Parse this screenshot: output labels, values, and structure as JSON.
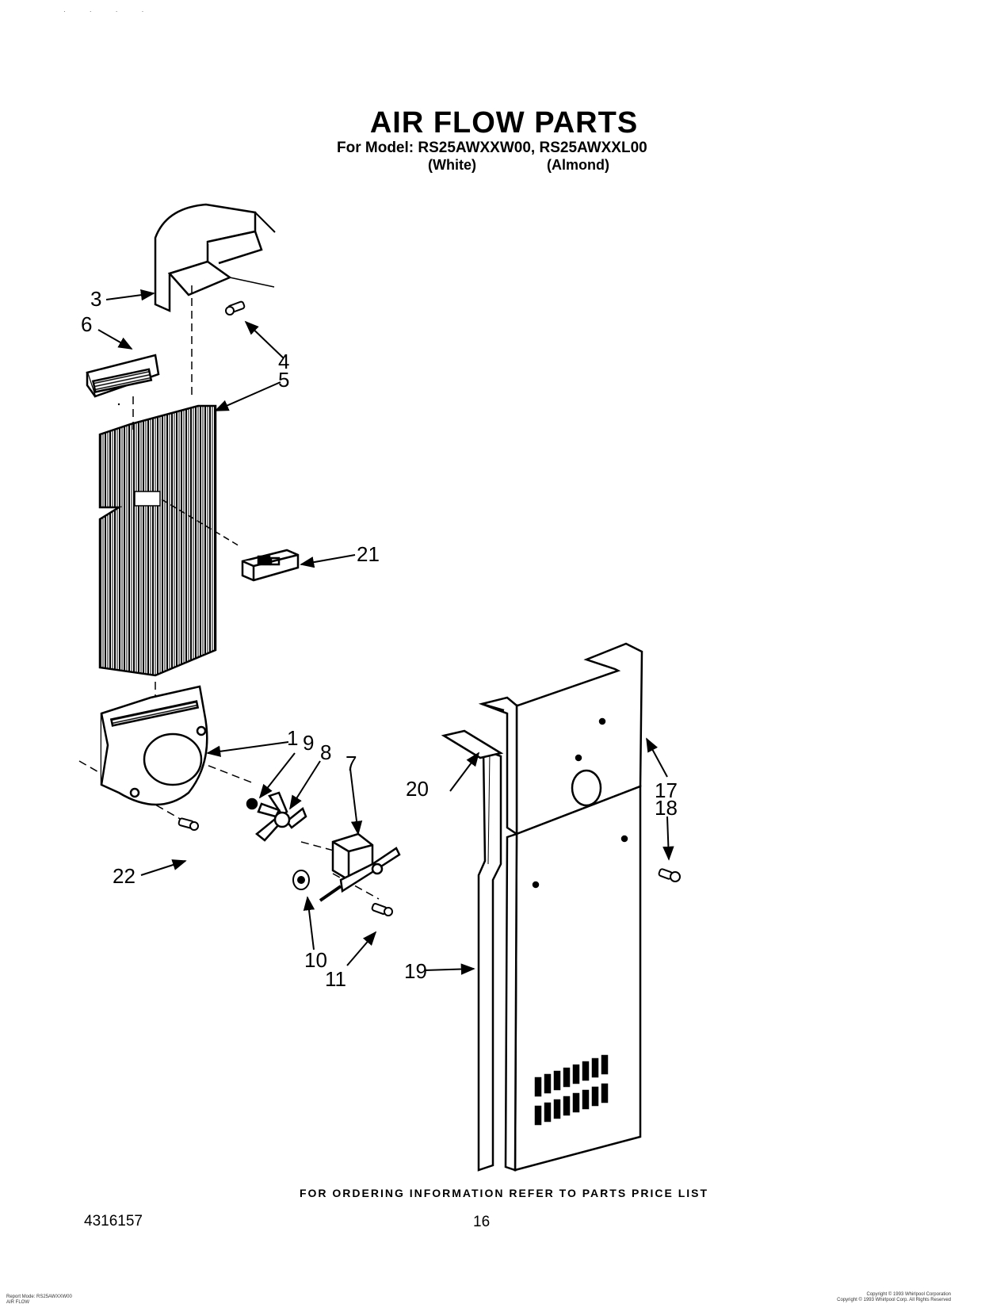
{
  "header": {
    "marks": "· · · ·",
    "title": "AIR FLOW PARTS",
    "model_line": "For Model: RS25AWXXW00, RS25AWXXL00",
    "color_white": "(White)",
    "color_almond": "(Almond)"
  },
  "callouts": {
    "c1": "1",
    "c3": "3",
    "c4": "4",
    "c5": "5",
    "c6": "6",
    "c7": "7",
    "c8": "8",
    "c9": "9",
    "c10": "10",
    "c11": "11",
    "c17": "17",
    "c18": "18",
    "c19": "19",
    "c20": "20",
    "c21": "21",
    "c22": "22"
  },
  "footer": {
    "ordering": "FOR ORDERING INFORMATION REFER TO PARTS PRICE LIST",
    "doc_number": "4316157",
    "page_number": "16",
    "left_line1": "Report Mode: RS25AWXXW00",
    "left_line2": "AIR FLOW",
    "right_line1": "Copyright © 1993 Whirlpool Corporation",
    "right_line2": "Copyright © 1993 Whirlpool Corp. All Rights Reserved"
  }
}
